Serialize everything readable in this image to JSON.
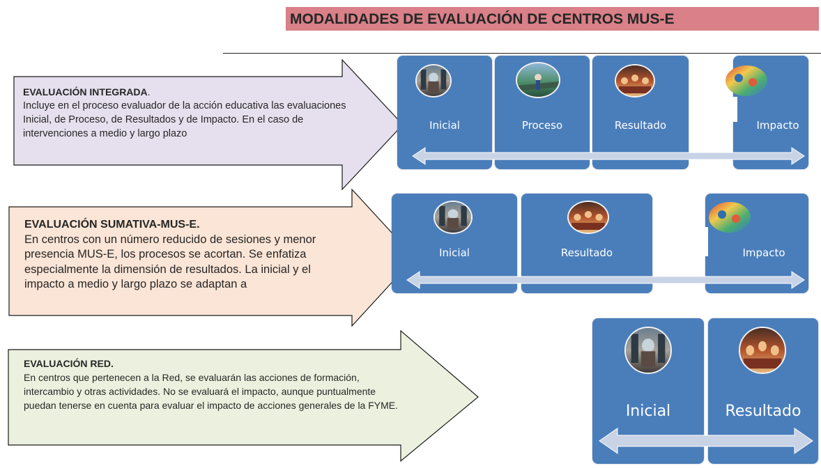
{
  "title": "MODALIDADES DE EVALUACIÓN DE CENTROS MUS-E",
  "colors": {
    "title_bg": "#d98088",
    "arrow1_fill": "#e6e0ee",
    "arrow2_fill": "#fbe5d6",
    "arrow3_fill": "#ebf1de",
    "panel": "#4a7ebb",
    "arrow_light": "#c9d3e6"
  },
  "arrows": [
    {
      "heading": "EVALUACIÓN INTEGRADA",
      "heading_suffix": ".",
      "text": "Incluye en el proceso evaluador de la acción educativa las evaluaciones Inicial, de Proceso, de Resultados y de Impacto. En el caso de intervenciones a medio y largo plazo"
    },
    {
      "heading": "EVALUACIÓN SUMATIVA-MUS-E.",
      "text": "En centros con un número reducido de sesiones y menor presencia MUS-E, los procesos se acortan. Se enfatiza especialmente la dimensión de resultados. La inicial y el impacto a medio y largo plazo se adaptan a"
    },
    {
      "heading": "EVALUACIÓN RED.",
      "text": "En centros que pertenecen a la Red, se evaluarán las acciones de formación, intercambio y otras actividades. No se evaluará el impacto, aunque puntualmente puedan tenerse en cuenta para evaluar  el impacto de acciones generales de la FYME."
    }
  ],
  "diagram1": {
    "labels": [
      "Inicial",
      "Proceso",
      "Resultado",
      "Impacto"
    ]
  },
  "diagram2": {
    "labels": [
      "Inicial",
      "Resultado",
      "Impacto"
    ]
  },
  "diagram3": {
    "labels": [
      "Inicial",
      "Resultado"
    ]
  },
  "photo_icons": [
    "classroom-photo-icon",
    "bridge-photo-icon",
    "group-photo-icon",
    "painted-hands-photo-icon"
  ]
}
